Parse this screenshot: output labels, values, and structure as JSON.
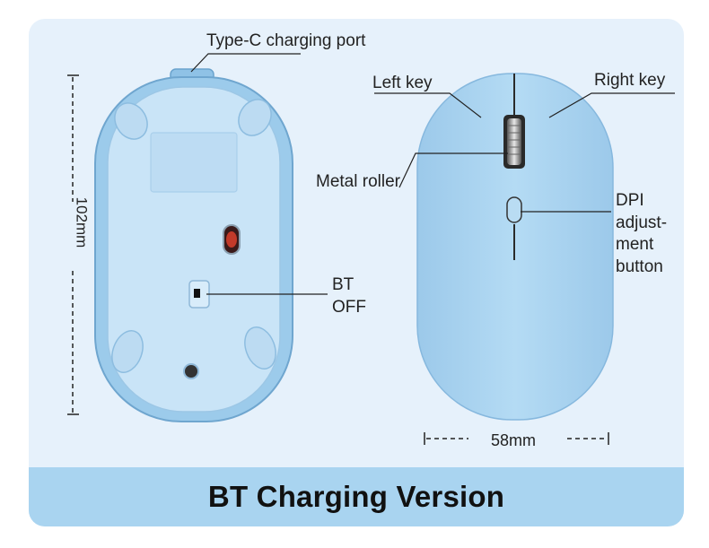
{
  "labels": {
    "type_c_port": "Type-C charging port",
    "left_key": "Left key",
    "right_key": "Right key",
    "metal_roller": "Metal roller",
    "dpi_line1": "DPI",
    "dpi_line2": "adjust-",
    "dpi_line3": "ment",
    "dpi_line4": "button",
    "bt": "BT",
    "off": "OFF",
    "height_dim": "102mm",
    "width_dim": "58mm"
  },
  "banner": {
    "title": "BT Charging Version"
  },
  "colors": {
    "card_bg": "#e6f1fb",
    "banner_bg": "#a9d4f0",
    "mouse_body": "#a6d1ee",
    "mouse_bottom": "#cfe7f8"
  }
}
